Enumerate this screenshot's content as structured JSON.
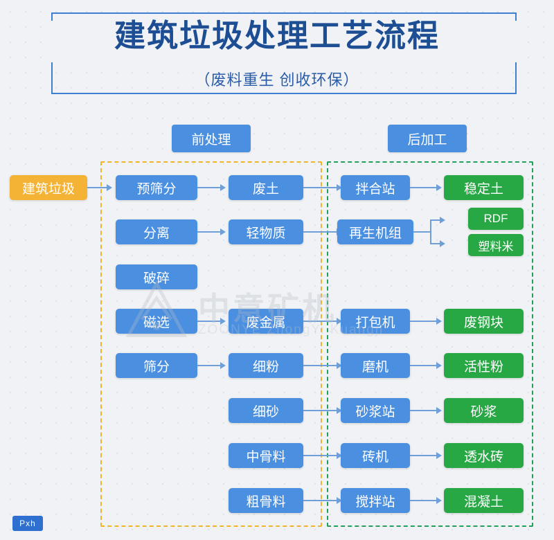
{
  "header": {
    "title": "建筑垃圾处理工艺流程",
    "subtitle": "（废料重生  创收环保）"
  },
  "groups": {
    "pre_label": "前处理",
    "post_label": "后加工"
  },
  "source": {
    "label": "建筑垃圾"
  },
  "nodes": {
    "pre_col1": [
      {
        "label": "预筛分"
      },
      {
        "label": "分离"
      },
      {
        "label": "破碎"
      },
      {
        "label": "磁选"
      },
      {
        "label": "筛分"
      }
    ],
    "pre_col2": [
      {
        "label": "废土"
      },
      {
        "label": "轻物质"
      },
      {
        "label": "废金属"
      },
      {
        "label": "细粉"
      },
      {
        "label": "细砂"
      },
      {
        "label": "中骨料"
      },
      {
        "label": "粗骨料"
      }
    ],
    "post_col1": [
      {
        "label": "拌合站"
      },
      {
        "label": "再生机组"
      },
      {
        "label": "打包机"
      },
      {
        "label": "磨机"
      },
      {
        "label": "砂浆站"
      },
      {
        "label": "砖机"
      },
      {
        "label": "搅拌站"
      }
    ],
    "post_col2": [
      {
        "label": "稳定土"
      },
      {
        "label": "RDF"
      },
      {
        "label": "塑料米"
      },
      {
        "label": "废钢块"
      },
      {
        "label": "活性粉"
      },
      {
        "label": "砂浆"
      },
      {
        "label": "透水砖"
      },
      {
        "label": "混凝土"
      }
    ]
  },
  "watermark": {
    "main": "中意矿机",
    "sub": "ZOONYE  ZhongYi Kuangji"
  },
  "corner_logo": "Pxh",
  "colors": {
    "blue": "#4a8fe0",
    "green": "#28a745",
    "orange": "#f5b335",
    "title": "#1d4e93",
    "dash_pre": "#f0b429",
    "dash_post": "#21a05a",
    "background": "#f0f2f5"
  }
}
